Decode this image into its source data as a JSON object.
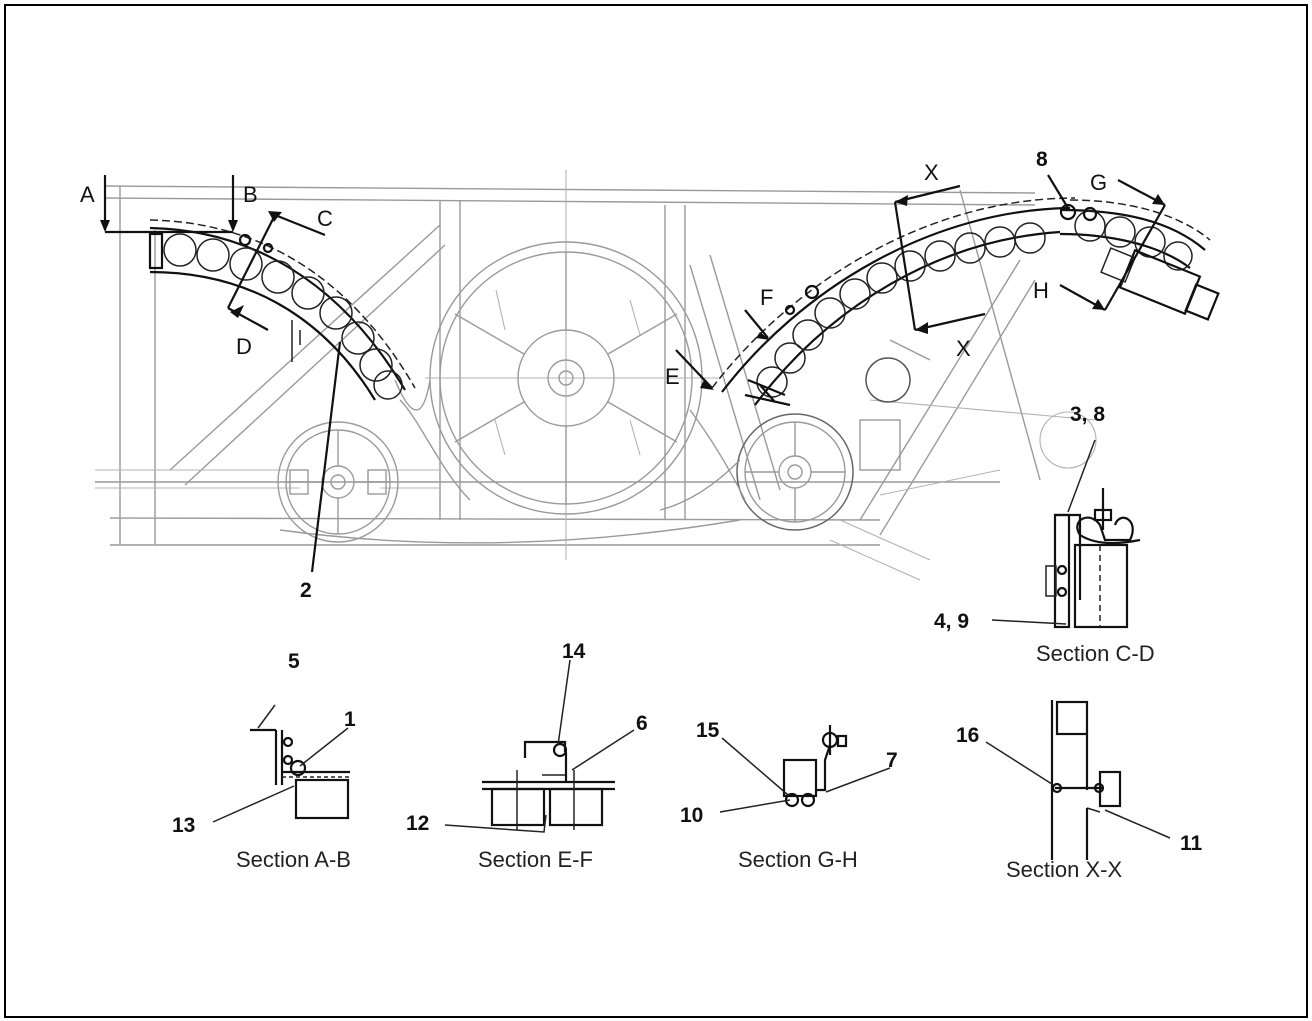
{
  "letters": {
    "A": "A",
    "B": "B",
    "C": "C",
    "D": "D",
    "E": "E",
    "F": "F",
    "G": "G",
    "H": "H",
    "X1": "X",
    "X2": "X"
  },
  "callouts": {
    "n2": "2",
    "n8": "8",
    "n38": "3, 8",
    "n49": "4, 9",
    "n5": "5",
    "n1": "1",
    "n13": "13",
    "n14": "14",
    "n6": "6",
    "n12": "12",
    "n15": "15",
    "n7": "7",
    "n10": "10",
    "n16": "16",
    "n11": "11"
  },
  "sections": {
    "cd": "Section C-D",
    "ab": "Section A-B",
    "ef": "Section E-F",
    "gh": "Section G-H",
    "xx": "Section X-X"
  }
}
